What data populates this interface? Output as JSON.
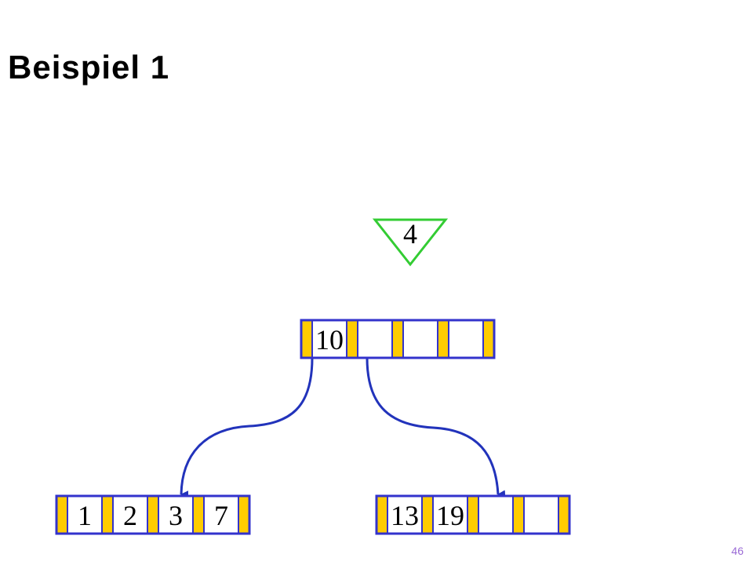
{
  "slide": {
    "title": "Beispiel 1",
    "page_number": "46"
  },
  "colors": {
    "pointer_slot": "#ffcc00",
    "key_slot": "#ffffff",
    "node_border": "#3333cc",
    "edge": "#2233bb",
    "marker_border": "#33cc33",
    "text": "#000000"
  },
  "tree": {
    "order_marker": "4",
    "root": {
      "keys": [
        "10",
        "",
        "",
        ""
      ]
    },
    "children": [
      {
        "keys": [
          "1",
          "2",
          "3",
          "7"
        ]
      },
      {
        "keys": [
          "13",
          "19",
          "",
          ""
        ]
      }
    ]
  }
}
